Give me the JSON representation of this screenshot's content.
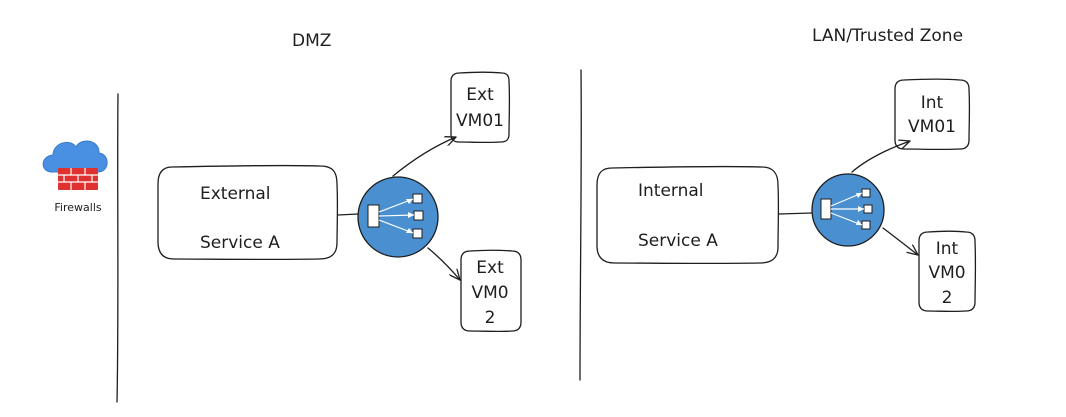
{
  "zones": {
    "dmz": "DMZ",
    "lan": "LAN/Trusted Zone"
  },
  "firewall": {
    "label": "Firewalls",
    "icon": "cloud-firewall-icon",
    "cloud_color": "#4a90e2",
    "wall_color": "#e03131"
  },
  "dmz": {
    "service_line1": "External",
    "service_line2": "Service A",
    "vm1_line1": "Ext",
    "vm1_line2": "VM01",
    "vm2_line1": "Ext",
    "vm2_line2": "VM0",
    "vm2_line3": "2"
  },
  "lan": {
    "service_line1": "Internal",
    "service_line2": "Service A",
    "vm1_line1": "Int",
    "vm1_line2": "VM01",
    "vm2_line1": "Int",
    "vm2_line2": "VM0",
    "vm2_line3": "2"
  },
  "load_balancer": {
    "icon": "load-balancer-icon",
    "fill_color": "#4a8fd0"
  }
}
